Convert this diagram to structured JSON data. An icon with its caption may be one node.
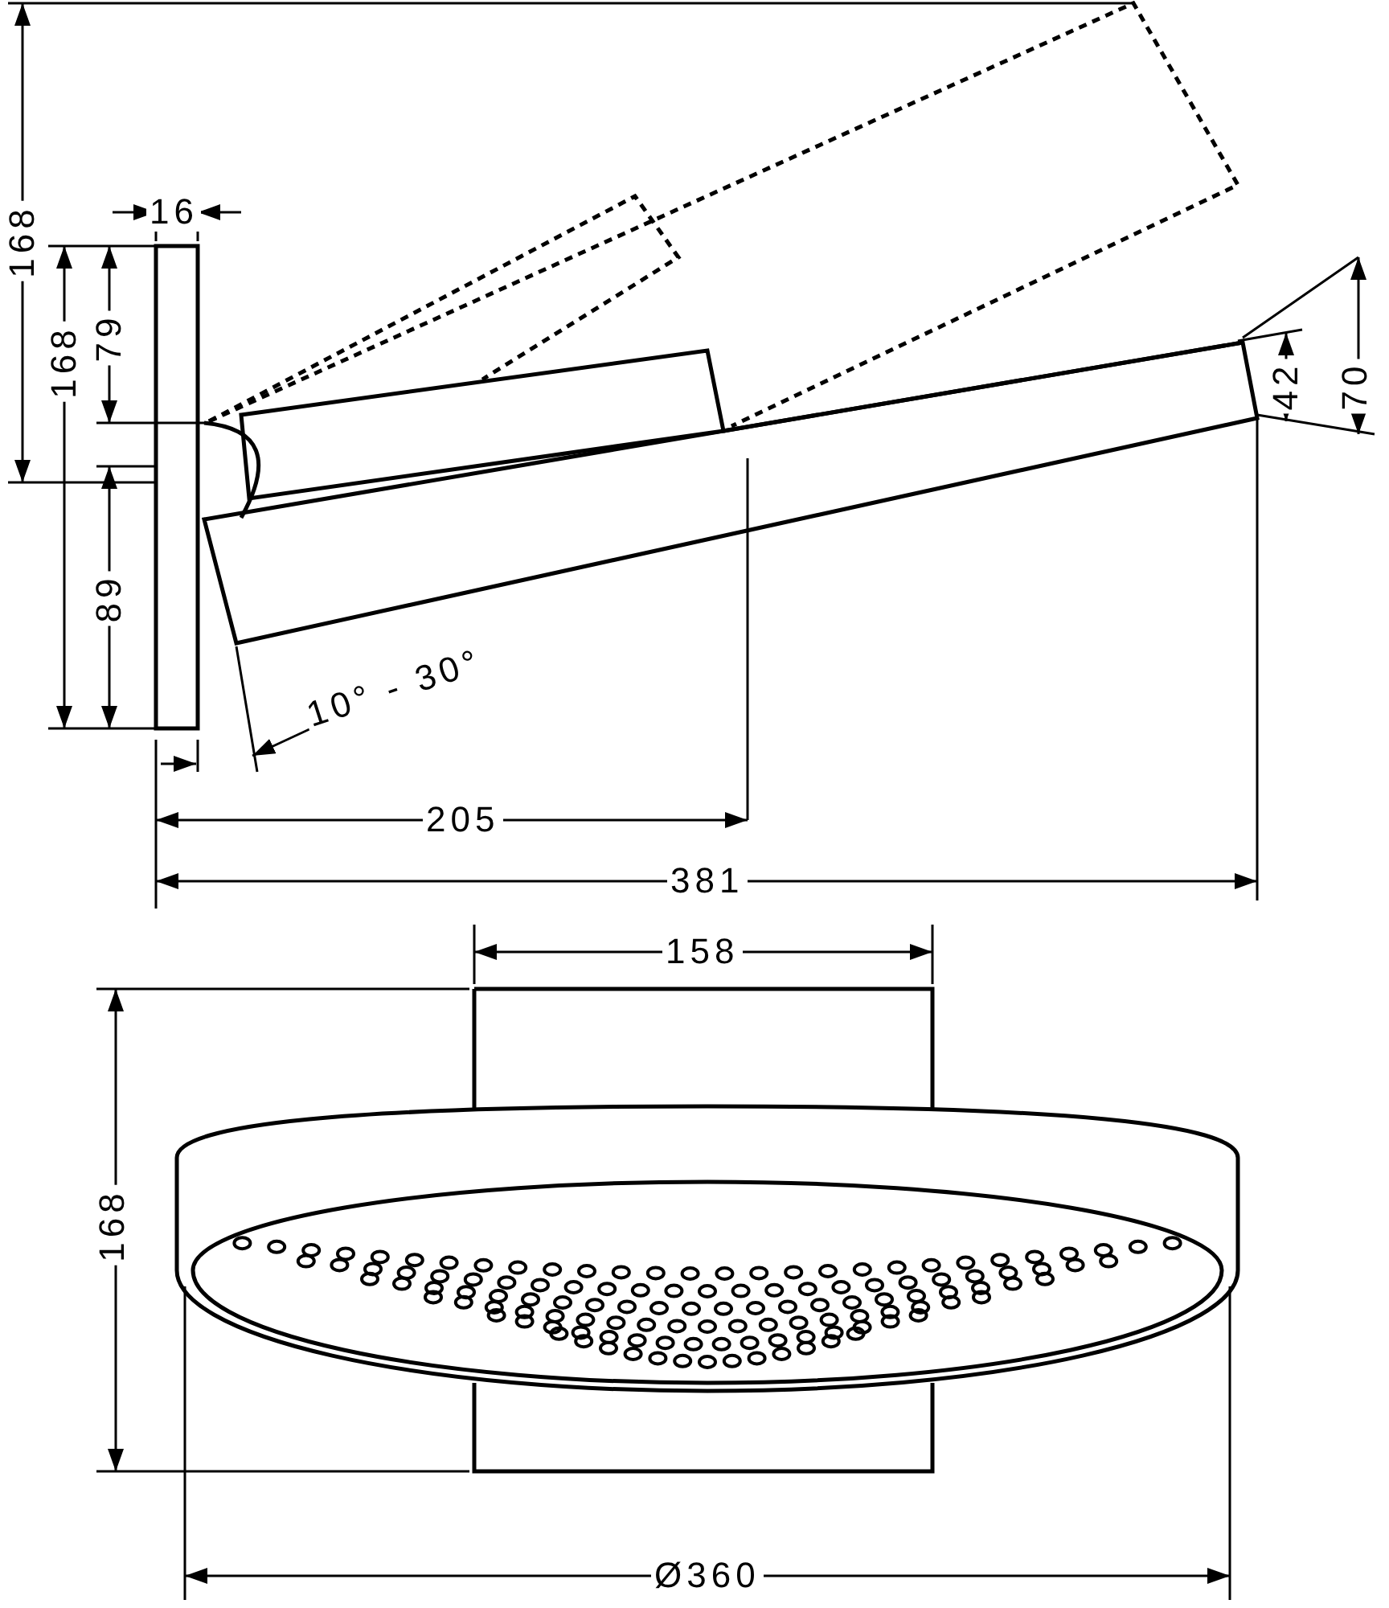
{
  "diagram": {
    "labels": [
      "168",
      "16",
      "168",
      "79",
      "89",
      "70",
      "42",
      "10° - 30°",
      "205",
      "381",
      "158",
      "168",
      "Ø360"
    ]
  }
}
